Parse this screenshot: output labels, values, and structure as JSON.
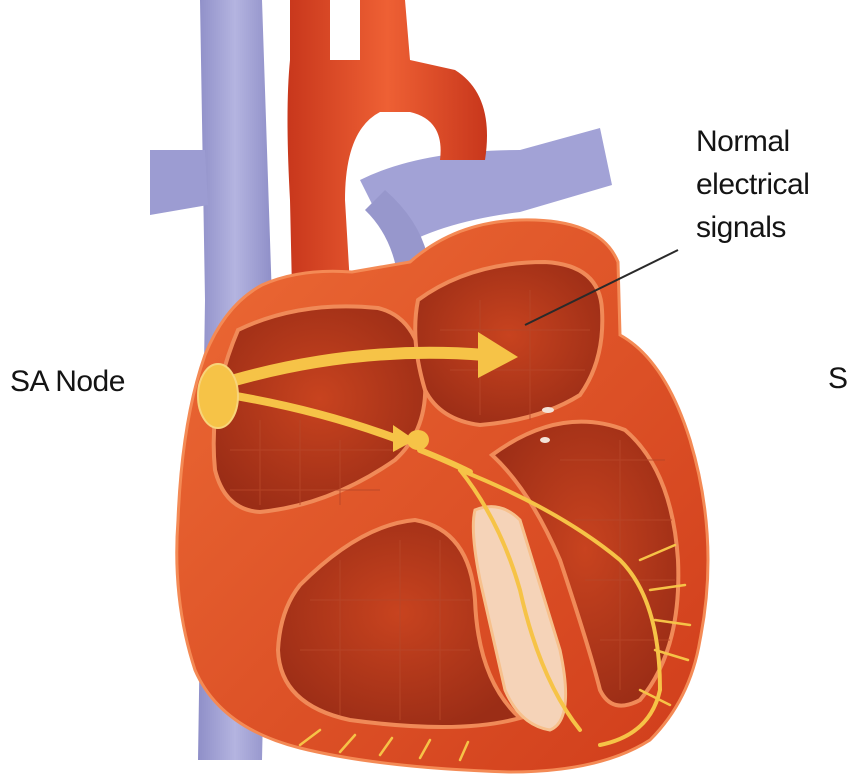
{
  "labels": {
    "sa_node": "SA Node",
    "normal_signals": [
      "Normal",
      "electrical",
      "signals"
    ],
    "cut_off": "S"
  },
  "colors": {
    "background": "#ffffff",
    "heart_wall": "#d9471f",
    "heart_wall_edge": "#f07a45",
    "chamber_fill": "#a8321a",
    "vein": "#a4a4d6",
    "aorta": "#d8442a",
    "signal": "#f6c347",
    "label_text": "#141414"
  }
}
